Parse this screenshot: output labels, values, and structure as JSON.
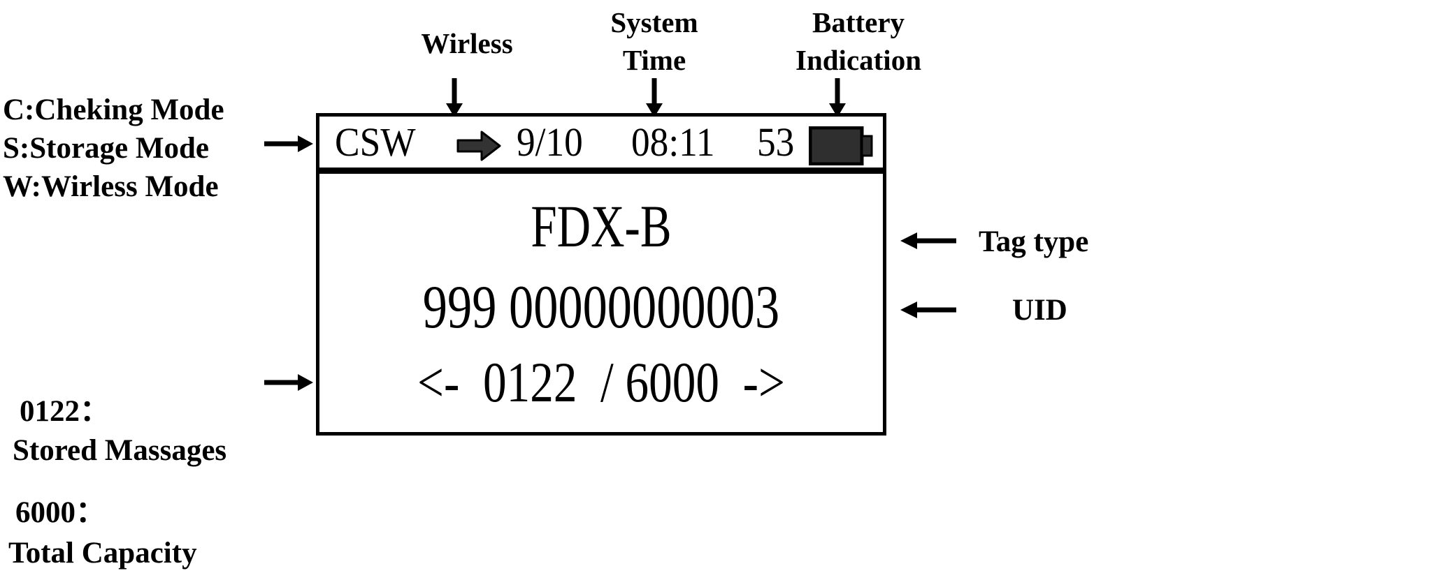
{
  "annotations": {
    "wireless": {
      "label": "Wirless",
      "icon": "down-arrow-icon"
    },
    "system_time": {
      "label_line1": "System",
      "label_line2": "Time",
      "icon": "down-arrow-icon"
    },
    "battery": {
      "label_line1": "Battery",
      "label_line2": "Indication",
      "icon": "down-arrow-icon"
    },
    "mode_legend": {
      "line1": "C:Cheking Mode",
      "line2": "S:Storage Mode",
      "line3": "W:Wirless Mode",
      "icon": "right-arrow-icon"
    },
    "stored_messages": {
      "value_label": "0122：",
      "caption": "Stored Massages"
    },
    "total_capacity": {
      "value_label": "6000：",
      "caption": "Total Capacity",
      "icon": "right-arrow-icon"
    },
    "tag_type": {
      "label": "Tag type",
      "icon": "left-arrow-icon"
    },
    "uid": {
      "label": "UID",
      "icon": "left-arrow-icon"
    }
  },
  "device": {
    "status_bar": {
      "modes": "CSW",
      "wireless_icon": "right-arrow-icon",
      "date": "9/10",
      "time": "08:11",
      "battery_level": "53",
      "battery_icon": "battery-full-icon"
    },
    "screen": {
      "tag_type": "FDX-B",
      "uid": "999 00000000003",
      "navigation": "<-  0122  / 6000  ->",
      "record_index": "0122",
      "record_total": "6000"
    }
  },
  "colors": {
    "foreground": "#000000",
    "background": "#ffffff",
    "icon_fill": "#333333"
  }
}
